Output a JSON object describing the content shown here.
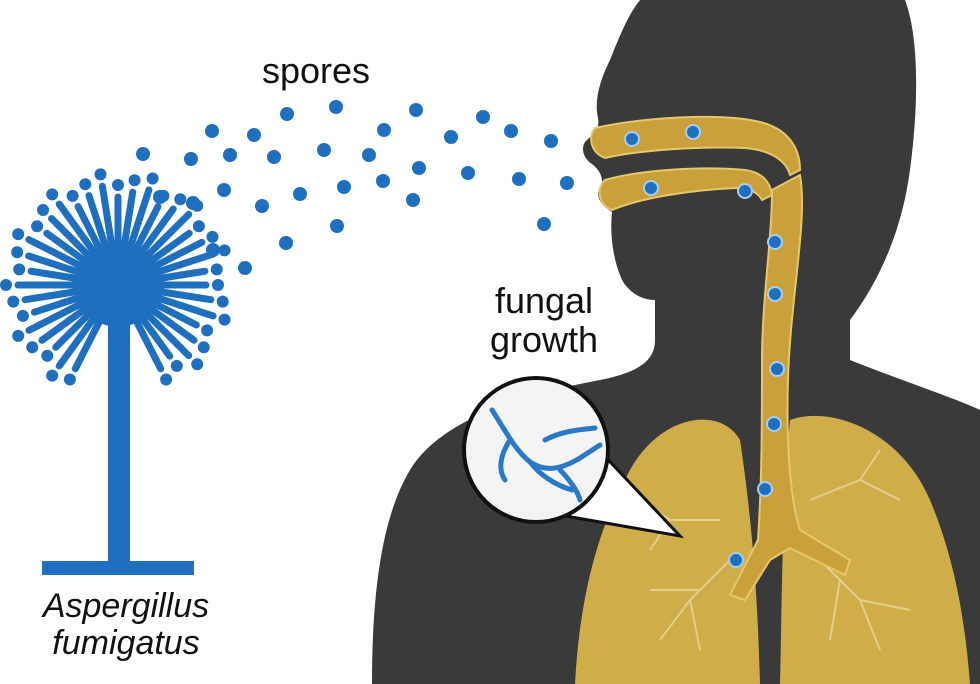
{
  "labels": {
    "spores": "spores",
    "fungal_growth": [
      "fungal",
      "growth"
    ],
    "species": [
      "Aspergillus",
      "fumigatus"
    ]
  },
  "colors": {
    "fungus_blue": "#1f6fbf",
    "silhouette": "#3a3a3a",
    "airway_gold": "#c9a03a",
    "lung_gold": "#cfae4a",
    "background": "#ffffff"
  },
  "icons": {
    "fungus": "aspergillus-conidiophore-icon",
    "head": "human-head-silhouette",
    "lungs": "lungs-icon",
    "magnifier": "magnifier-callout-icon"
  }
}
